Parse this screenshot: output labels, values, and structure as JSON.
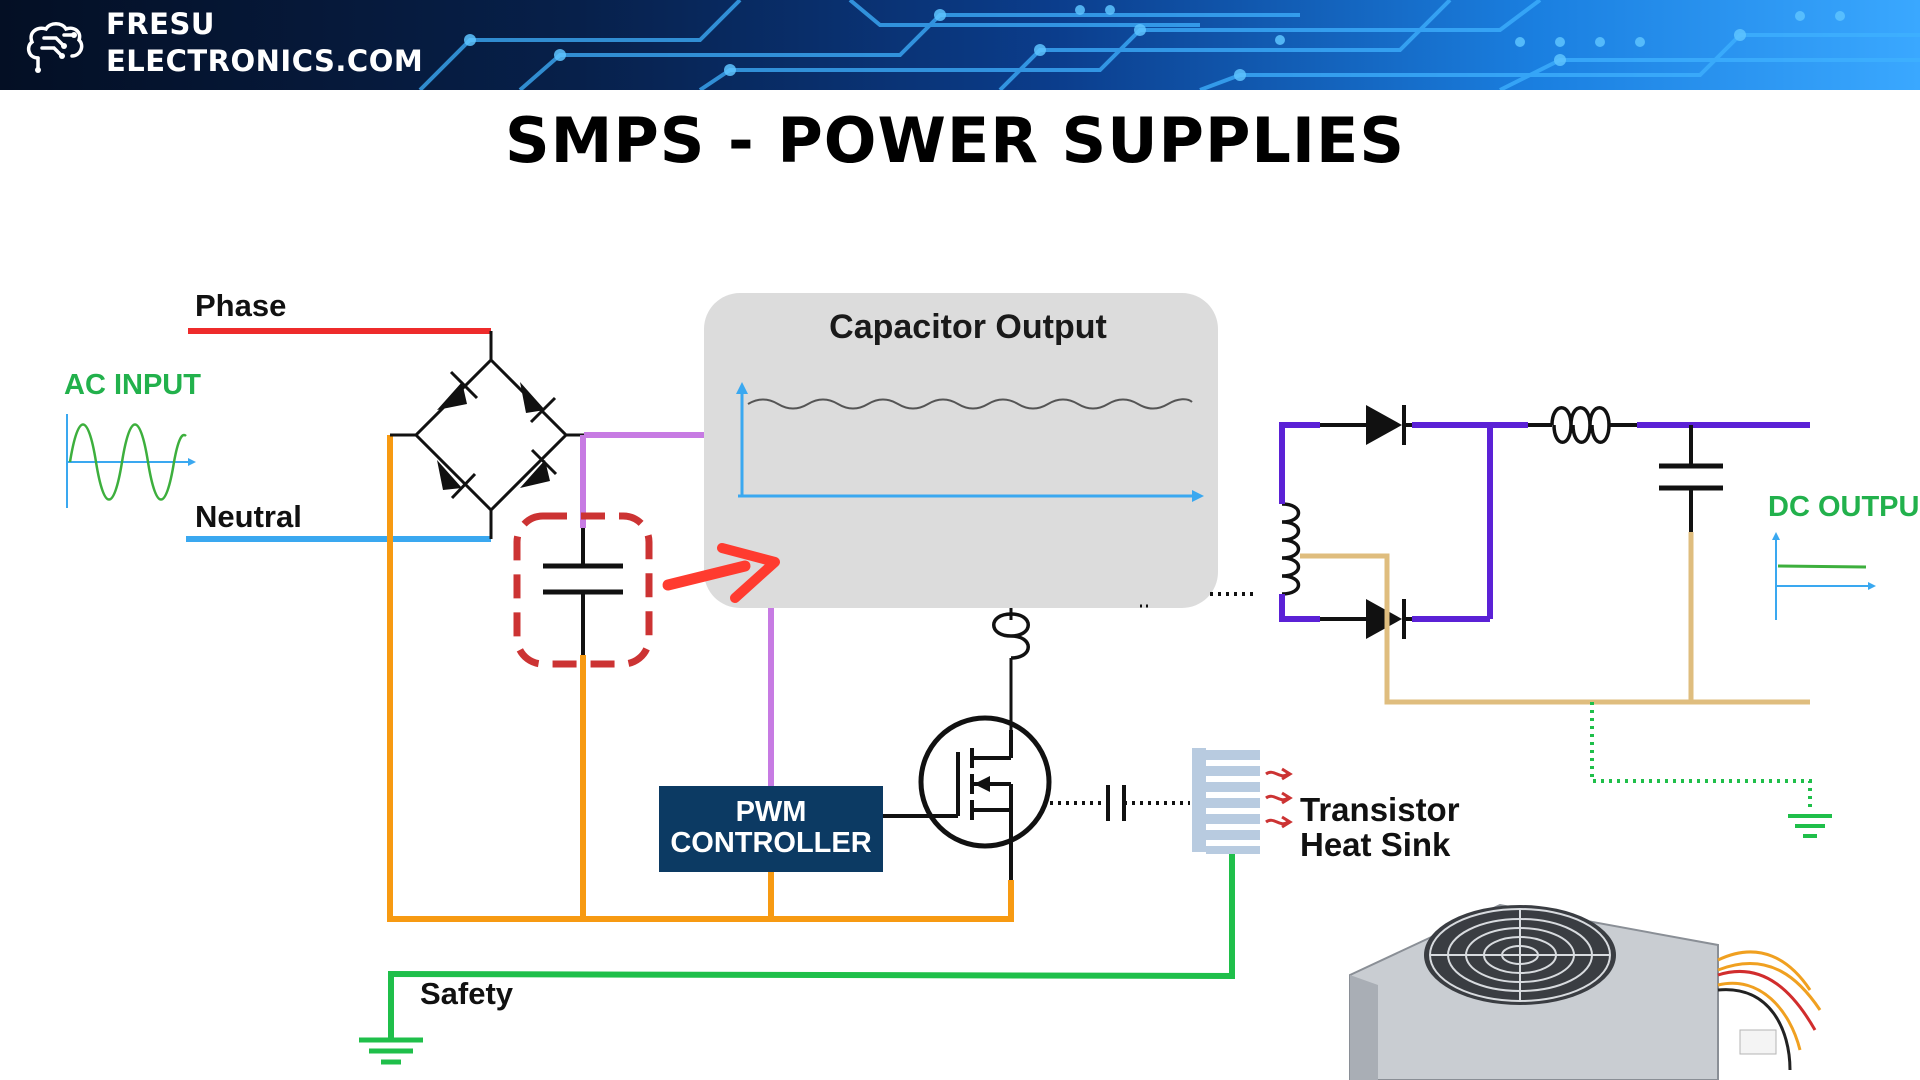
{
  "header": {
    "brand_line1": "FRESU",
    "brand_line2": "ELECTRONICS.COM"
  },
  "page_title": "SMPS - POWER SUPPLIES",
  "labels": {
    "phase": "Phase",
    "neutral": "Neutral",
    "ac_input": "AC INPUT",
    "capacitor_output": "Capacitor Output",
    "dc_output": "DC OUTPU",
    "pwm_line1": "PWM",
    "pwm_line2": "CONTROLLER",
    "heat_sink_line1": "Transistor",
    "heat_sink_line2": "Heat Sink",
    "safety": "Safety"
  },
  "colors": {
    "phase_wire": "#ee2b2b",
    "neutral_wire": "#3aa8f0",
    "dc_return_wire": "#f79a12",
    "rectified_wire": "#c77be3",
    "secondary_wire": "#5b21d6",
    "output_return_wire": "#dfbd7e",
    "ground_wire": "#1fbf4a",
    "ac_label": "#22b14c",
    "pwm_box": "#0c3a63",
    "highlight": "#cc3333",
    "capacitor_panel": "#dcdcdc",
    "axis": "#3aa8f0"
  }
}
